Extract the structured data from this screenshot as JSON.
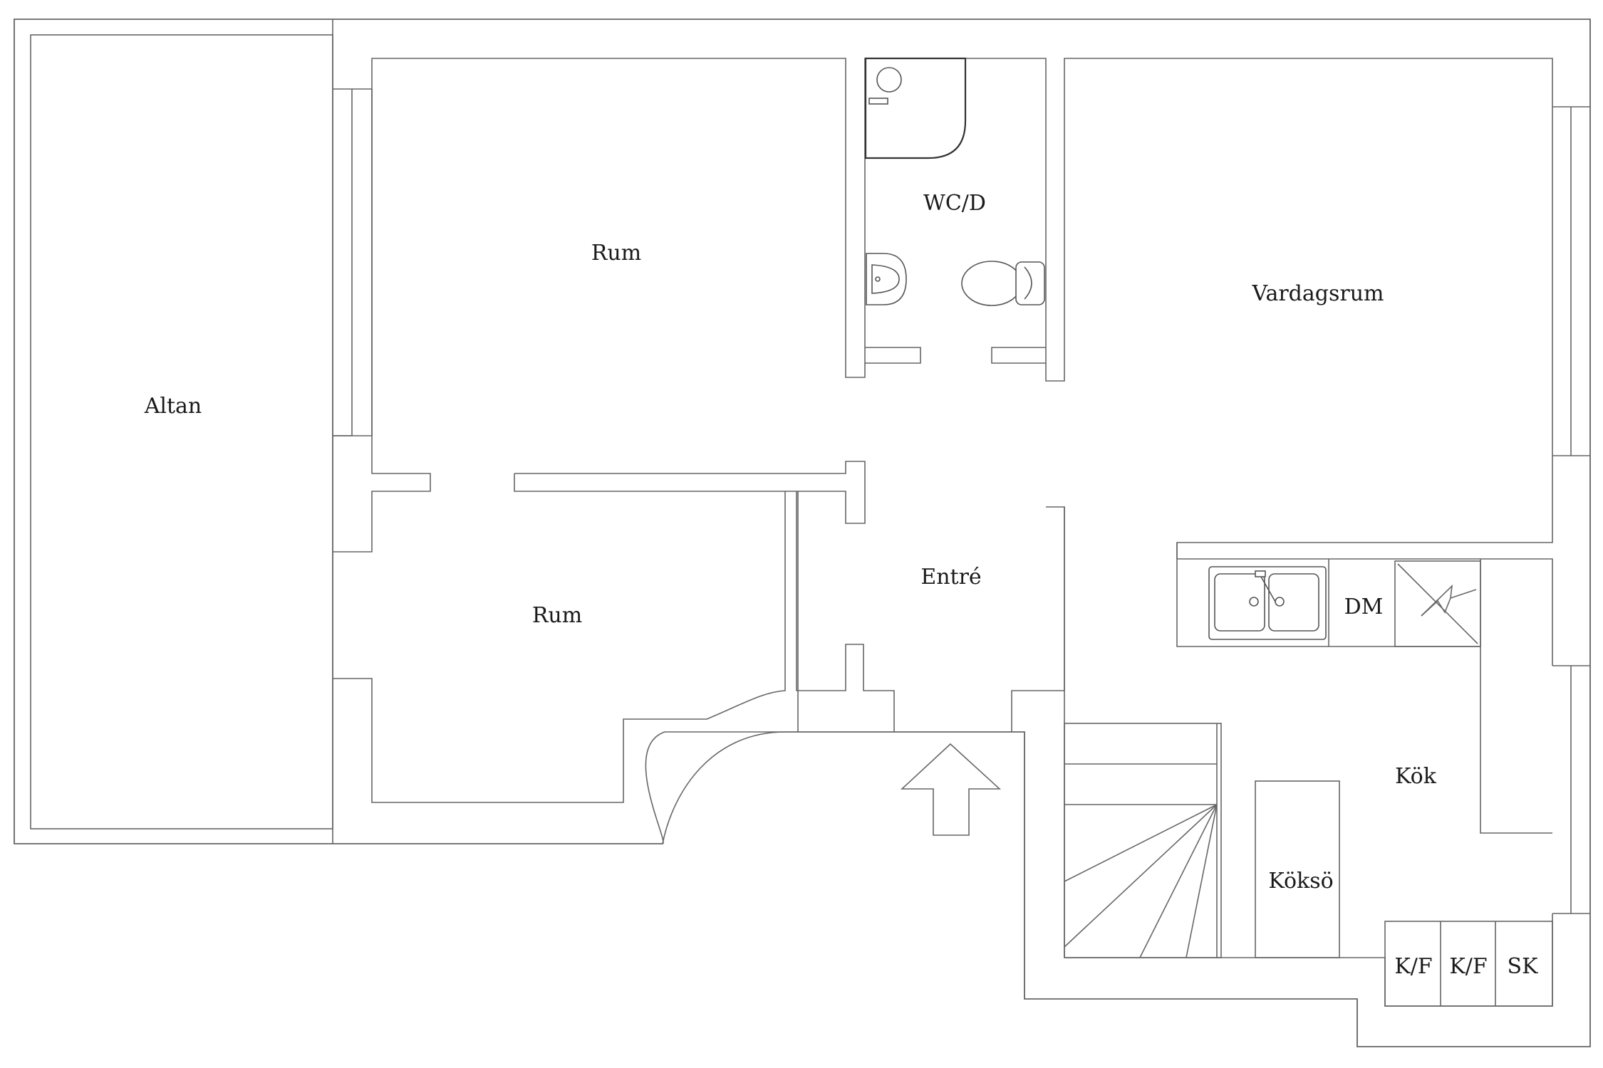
{
  "floorplan": {
    "rooms": {
      "altan": "Altan",
      "rum_top": "Rum",
      "rum_bottom": "Rum",
      "wc": "WC/D",
      "vardagsrum": "Vardagsrum",
      "entre": "Entré",
      "kok": "Kök",
      "kokso": "Köksö"
    },
    "appliances": {
      "dm": "DM",
      "kf1": "K/F",
      "kf2": "K/F",
      "sk": "SK"
    },
    "colors": {
      "line": "#666666",
      "background": "#ffffff",
      "text": "#1a1a1a"
    }
  }
}
